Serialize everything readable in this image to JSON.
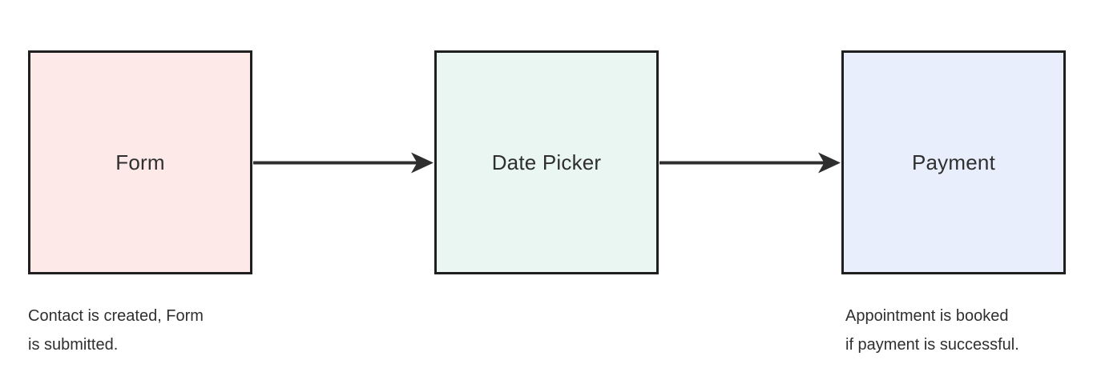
{
  "diagram": {
    "background_color": "#ffffff",
    "node_border_color": "#1f1f1f",
    "arrow_color": "#2e2e2e",
    "text_color": "#2f2f2f",
    "nodes": [
      {
        "label": "Form",
        "fill": "#fde9e8"
      },
      {
        "label": "Date Picker",
        "fill": "#e9f6f1"
      },
      {
        "label": "Payment",
        "fill": "#e8eefc"
      }
    ],
    "arrows": [
      {
        "from": "Form",
        "to": "Date Picker"
      },
      {
        "from": "Date Picker",
        "to": "Payment"
      }
    ],
    "captions": [
      {
        "anchor": "Form",
        "lines": [
          "Contact is created, Form",
          "is submitted."
        ]
      },
      {
        "anchor": "Payment",
        "lines": [
          "Appointment is booked",
          "if payment is successful."
        ]
      }
    ]
  }
}
